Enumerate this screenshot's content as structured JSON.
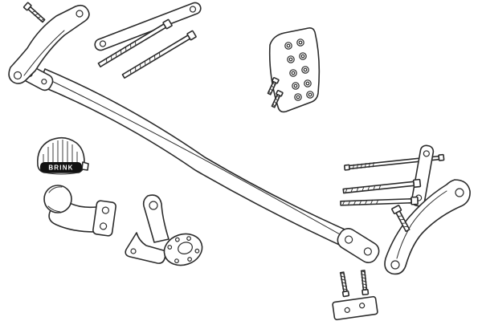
{
  "diagram": {
    "alt": "Exploded line drawing of a towbar fitting kit",
    "brand_label": "BRINK",
    "colors": {
      "background": "#ffffff",
      "line": "#2b2b2b",
      "cap_band": "#111111",
      "cap_text": "#ffffff"
    },
    "parts": [
      {
        "name": "side-mounting-bracket-left"
      },
      {
        "name": "small-hex-bolt-top-left"
      },
      {
        "name": "support-strap-with-bolts"
      },
      {
        "name": "fastener-kit-plate"
      },
      {
        "name": "main-crossmember-bar"
      },
      {
        "name": "towball-cover-cap"
      },
      {
        "name": "swan-neck-towball"
      },
      {
        "name": "socket-plate-bracket"
      },
      {
        "name": "long-threaded-rod"
      },
      {
        "name": "bolt-carrier-plate-right"
      },
      {
        "name": "side-mounting-bracket-right"
      },
      {
        "name": "backing-plate-with-studs"
      }
    ]
  }
}
